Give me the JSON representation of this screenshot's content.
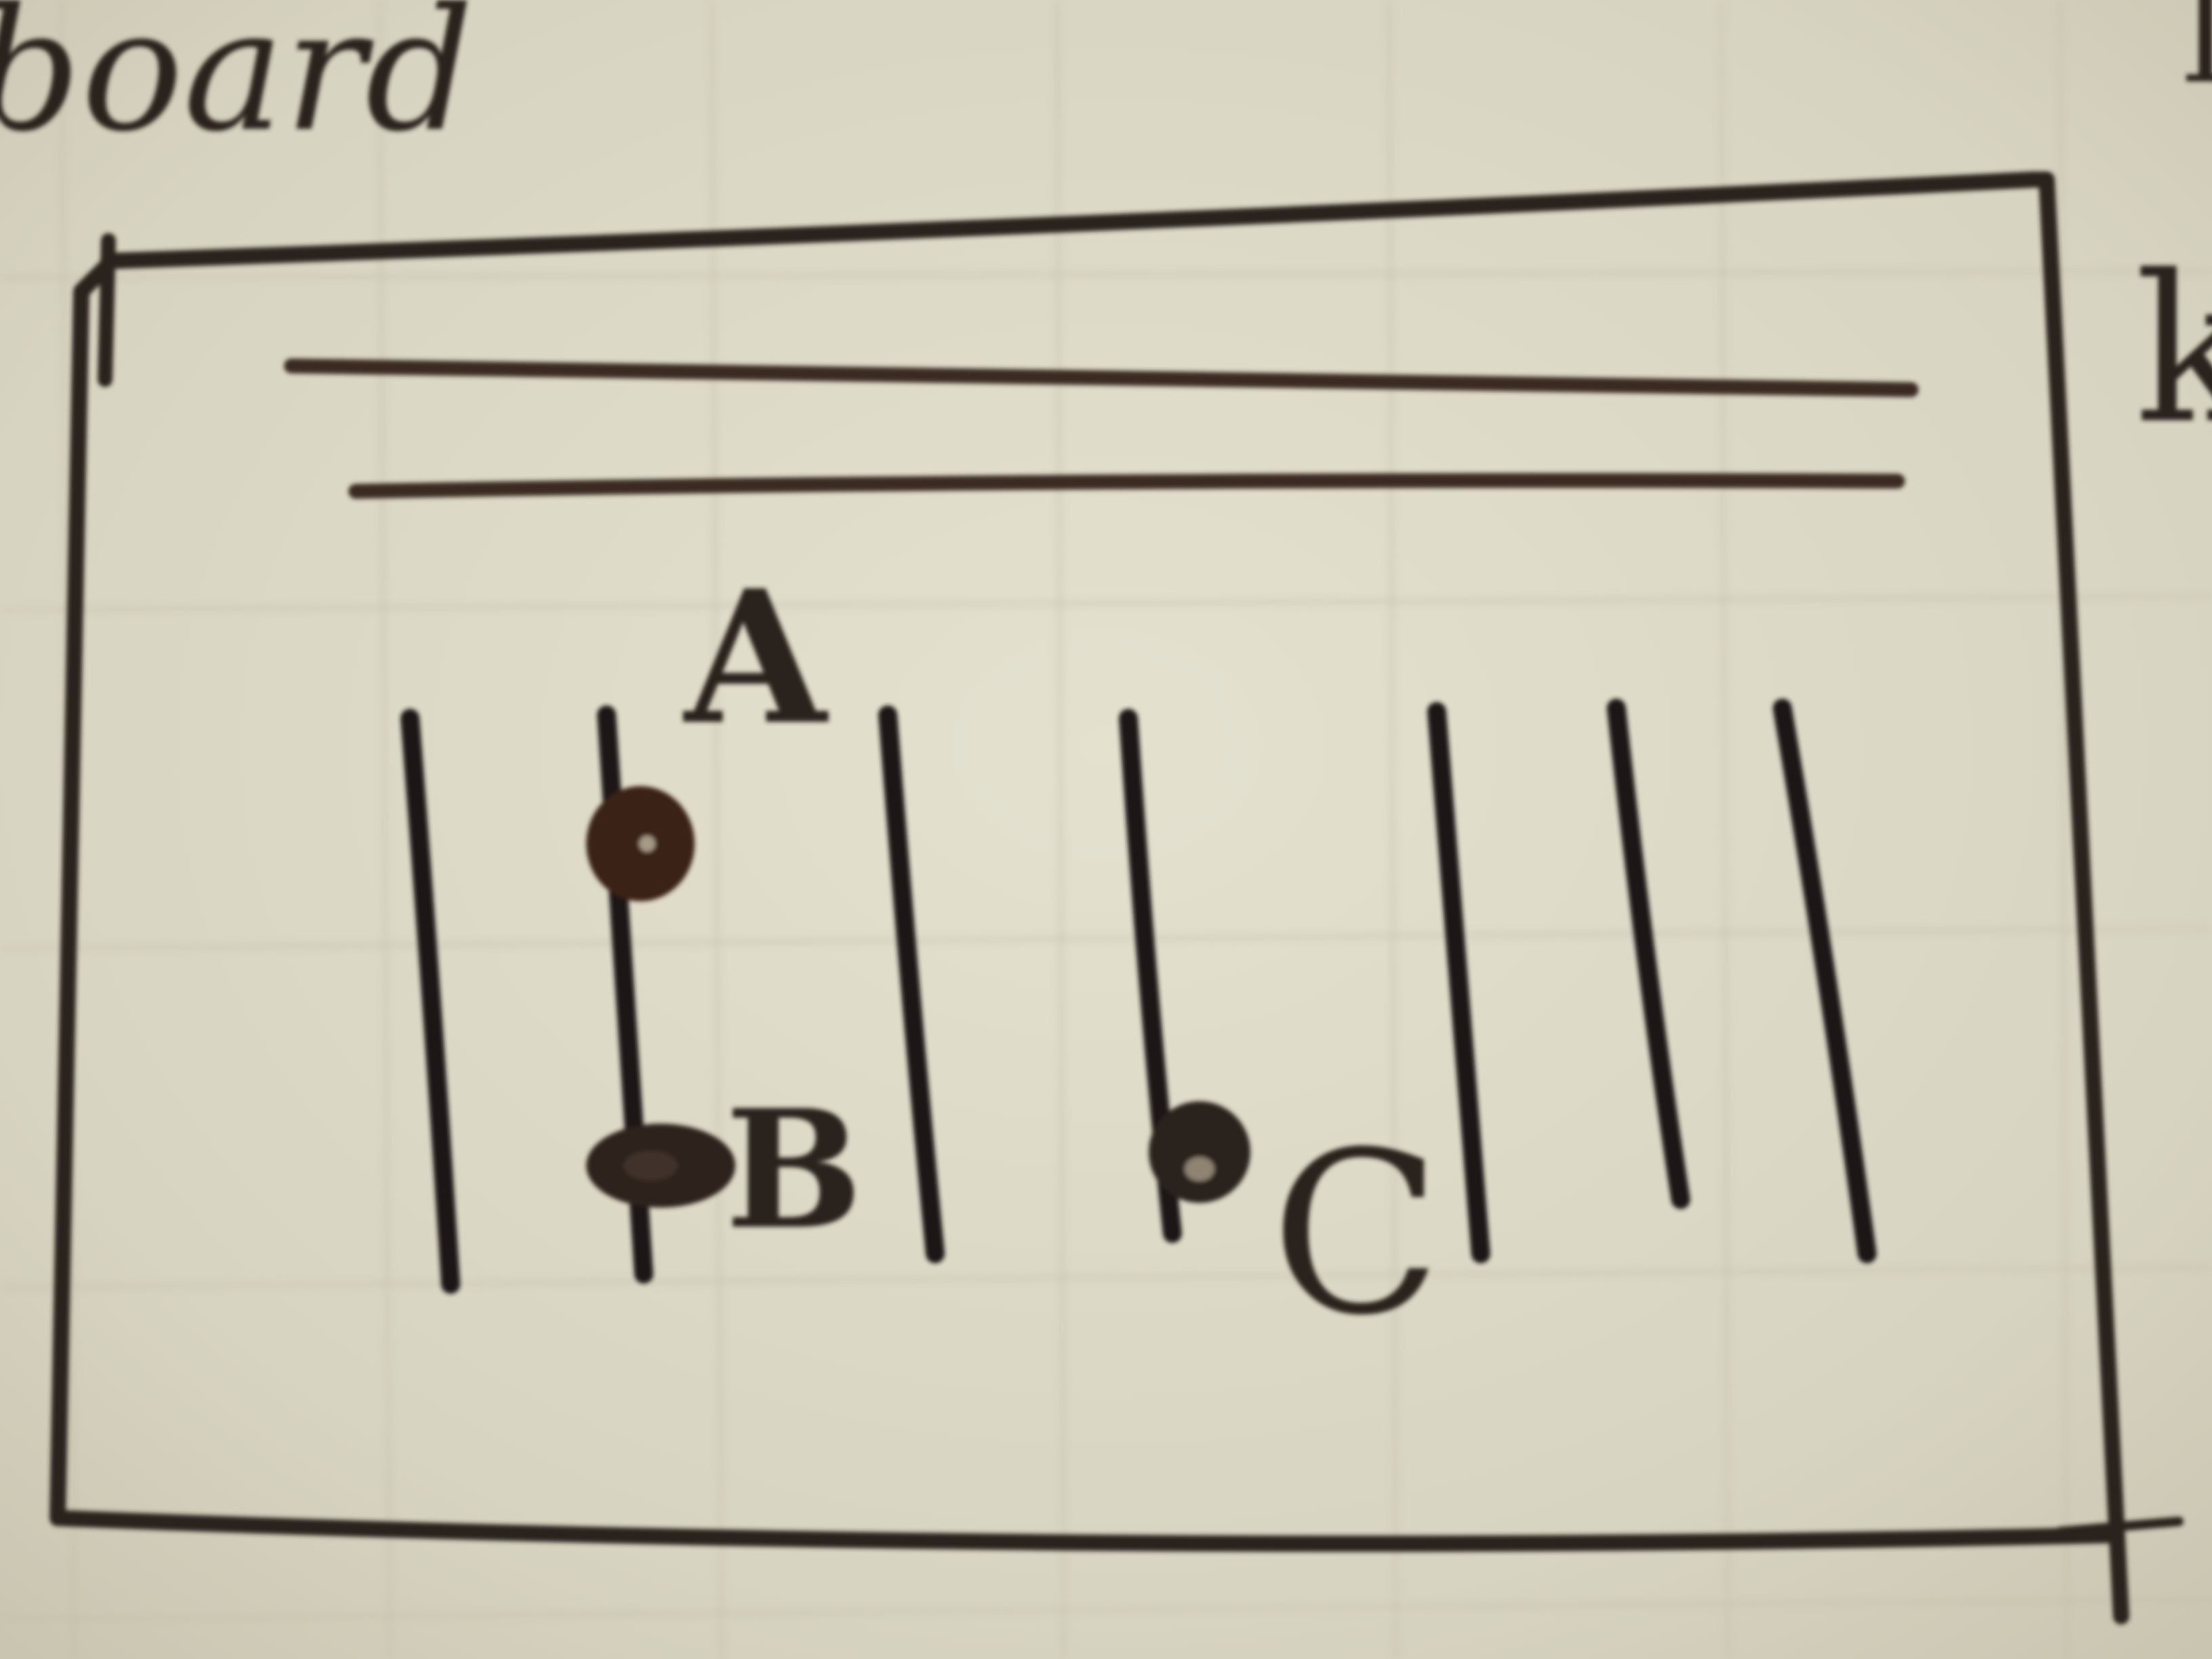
{
  "corner_text": "board",
  "edge_glyph_top": "I",
  "edge_glyph_mid": "k",
  "diagram": {
    "string_count": 7,
    "header_lines": 2,
    "labels": {
      "a": "A",
      "b": "B",
      "c": "C"
    }
  },
  "colors": {
    "paper": "#d6d2c0",
    "paper_light": "#e2dfcd",
    "grid": "#c4c0ae",
    "ink": "#2a221f",
    "ink_brown": "#3a2418"
  }
}
